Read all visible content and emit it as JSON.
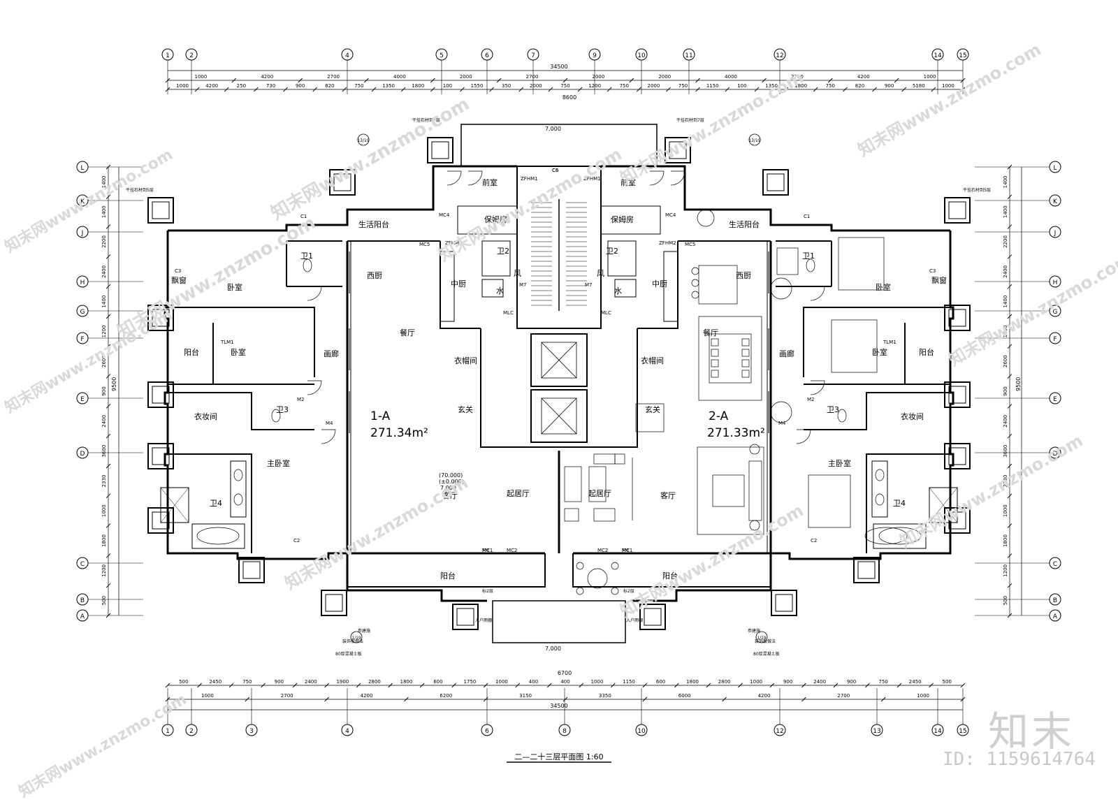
{
  "drawing": {
    "title": "二—二十三层平面图 1:60",
    "total_width": "34500",
    "grid_top": [
      "1",
      "2",
      "4",
      "5",
      "6",
      "7",
      "9",
      "10",
      "11",
      "12",
      "14",
      "15"
    ],
    "grid_bottom": [
      "1",
      "2",
      "3",
      "4",
      "6",
      "8",
      "10",
      "12",
      "13",
      "14",
      "15"
    ],
    "grid_left": [
      "L",
      "K",
      "J",
      "H",
      "G",
      "F",
      "E",
      "D",
      "C",
      "B",
      "A"
    ],
    "dims_top_row1": [
      "1000",
      "4200",
      "2700",
      "4000",
      "2000",
      "2700",
      "2000",
      "2000",
      "4000",
      "2700",
      "4200",
      "1000"
    ],
    "dims_top_row2": [
      "1000",
      "4200",
      "250",
      "730",
      "900",
      "820",
      "750",
      "1350",
      "1800",
      "100",
      "1550",
      "350",
      "2000",
      "750",
      "1200",
      "750",
      "2000",
      "750",
      "1150",
      "100",
      "1350",
      "1800",
      "750",
      "820",
      "900",
      "5180",
      "1000"
    ],
    "dim_top_center": "8600",
    "dims_bottom_row1": [
      "500",
      "2450",
      "750",
      "900",
      "2400",
      "1900",
      "2800",
      "1800",
      "600",
      "1750",
      "1000",
      "400",
      "400",
      "1000",
      "1150",
      "600",
      "1800",
      "2800",
      "1000",
      "900",
      "2400",
      "900",
      "750",
      "2450",
      "500"
    ],
    "dims_bottom_row2": [
      "1000",
      "2700",
      "4200",
      "6200",
      "3150",
      "3350",
      "6000",
      "4200",
      "2700",
      "1000"
    ],
    "dim_bottom_center": "6700",
    "dims_left_outer": [
      "1400",
      "1400",
      "2200",
      "2400",
      "1400",
      "1200",
      "2600",
      "900",
      "2400",
      "3600",
      "2330",
      "1000",
      "1800",
      "1200",
      "500"
    ],
    "dims_left_total": "9500",
    "dims_right_total": "9500",
    "units": {
      "left": {
        "code": "1-A",
        "area": "271.34m²"
      },
      "right": {
        "code": "2-A",
        "area": "271.33m²"
      }
    },
    "rooms_left": [
      "生活阳台",
      "西厨",
      "中厨",
      "保姆房",
      "卫2",
      "水",
      "风",
      "前室",
      "餐厅",
      "衣帽间",
      "玄关",
      "客厅",
      "起居厅",
      "阳台",
      "卫1",
      "卧室",
      "飘窗",
      "阳台",
      "卧室",
      "画廊",
      "衣妆间",
      "卫3",
      "主卧室",
      "卫4"
    ],
    "rooms_right": [
      "生活阳台",
      "西厨",
      "中厨",
      "保姆房",
      "卫2",
      "水",
      "风",
      "前室",
      "餐厅",
      "衣帽间",
      "玄关",
      "客厅",
      "起居厅",
      "阳台",
      "卫1",
      "卧室",
      "飘窗",
      "阳台",
      "卧室",
      "画廊",
      "衣妆间",
      "卫3",
      "主卧室",
      "卫4"
    ],
    "elevation_main": "7.000",
    "elevation_note": "(70.000)",
    "elevation_zero": "(±0.000)",
    "door_codes": [
      "MC1",
      "MC2",
      "MC4",
      "MC5",
      "M2",
      "M4",
      "M7",
      "TLM1",
      "C1",
      "C2",
      "C3",
      "C6",
      "ZFHM1",
      "ZFHM2",
      "MLC",
      "FM"
    ],
    "notes": [
      "干挂石材到5层",
      "干挂石材到7层",
      "入户雨棚",
      "标2层",
      "参建施",
      "装饰板做法",
      "80厚混凝土板"
    ],
    "section_marks": [
      "13/19",
      "1/19"
    ]
  },
  "watermarks": [
    "知末网www.znzmo.com",
    "知末网www.znzmo.com",
    "知末网www.znzmo.com",
    "知末网www.znzmo.com",
    "知末网www.znzmo.com",
    "知末网www.znzmo.com",
    "知末网www.znzmo.com",
    "知末网www.znzmo.com",
    "知末网www.znzmo.com",
    "知末网www.znzmo.com",
    "知末网www.znzmo.com",
    "知末网www.znzmo.com"
  ],
  "brand": {
    "logo_text": "知末",
    "id_label": "ID: 1159614764"
  }
}
